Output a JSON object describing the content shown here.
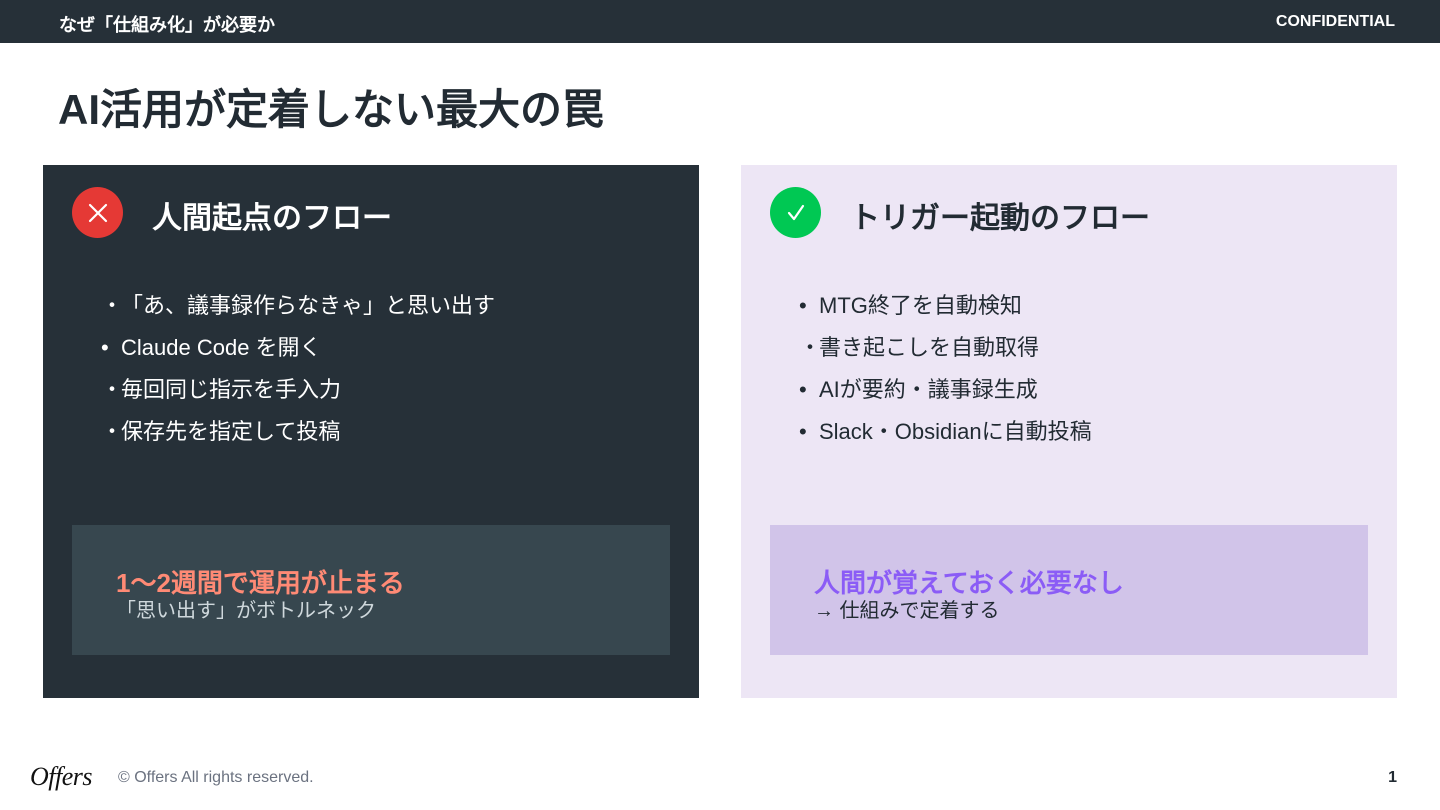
{
  "header": {
    "section": "なぜ「仕組み化」が必要か",
    "confidential": "CONFIDENTIAL"
  },
  "slide": {
    "title": "AI活用が定着しない最大の罠"
  },
  "left_panel": {
    "icon": "cross-icon",
    "title": "人間起点のフロー",
    "items": [
      {
        "bullet": "・",
        "text": "「あ、議事録作らなきゃ」と思い出す"
      },
      {
        "bullet": "•",
        "text": "Claude Code を開く"
      },
      {
        "bullet": "・",
        "text": "毎回同じ指示を手入力"
      },
      {
        "bullet": "・",
        "text": "保存先を指定して投稿"
      }
    ],
    "callout": {
      "head": "1〜2週間で運用が止まる",
      "sub": "「思い出す」がボトルネック"
    }
  },
  "right_panel": {
    "icon": "check-icon",
    "title": "トリガー起動のフロー",
    "items": [
      {
        "bullet": "•",
        "text": "MTG終了を自動検知"
      },
      {
        "bullet": "・",
        "text": "書き起こしを自動取得"
      },
      {
        "bullet": "•",
        "text": "AIが要約・議事録生成"
      },
      {
        "bullet": "•",
        "text": "Slack・Obsidianに自動投稿"
      }
    ],
    "callout": {
      "head": "人間が覚えておく必要なし",
      "sub": "→ 仕組みで定着する"
    }
  },
  "footer": {
    "logo": "Offers",
    "copyright": "© Offers All rights reserved.",
    "page": "1"
  },
  "colors": {
    "dark": "#263038",
    "danger": "#e53935",
    "success": "#00c853",
    "accent_purple": "#8b5cf6",
    "accent_orange": "#ff8a75"
  }
}
